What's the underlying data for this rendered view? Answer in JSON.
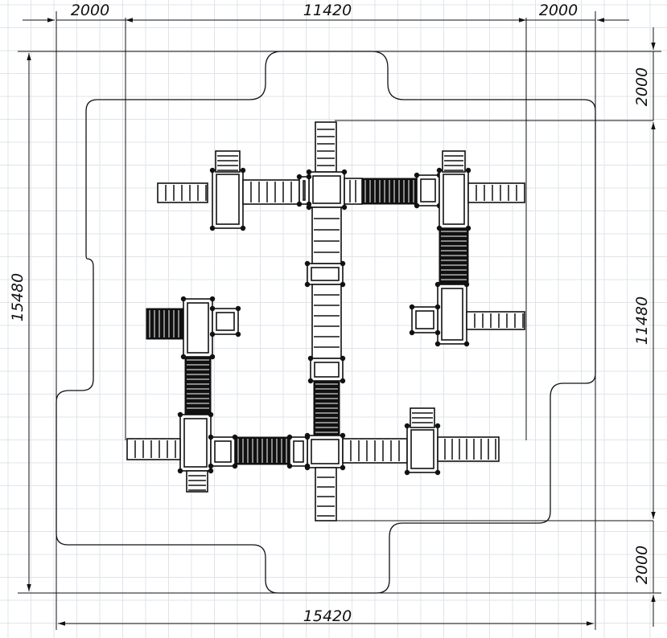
{
  "drawing": {
    "description_type": "playground-layout-plan",
    "dimensions": {
      "top_left": "2000",
      "top_middle": "11420",
      "top_right": "2000",
      "left_total": "15480",
      "right_top": "2000",
      "right_middle": "11480",
      "right_bottom": "2000",
      "bottom_total": "15420"
    }
  }
}
